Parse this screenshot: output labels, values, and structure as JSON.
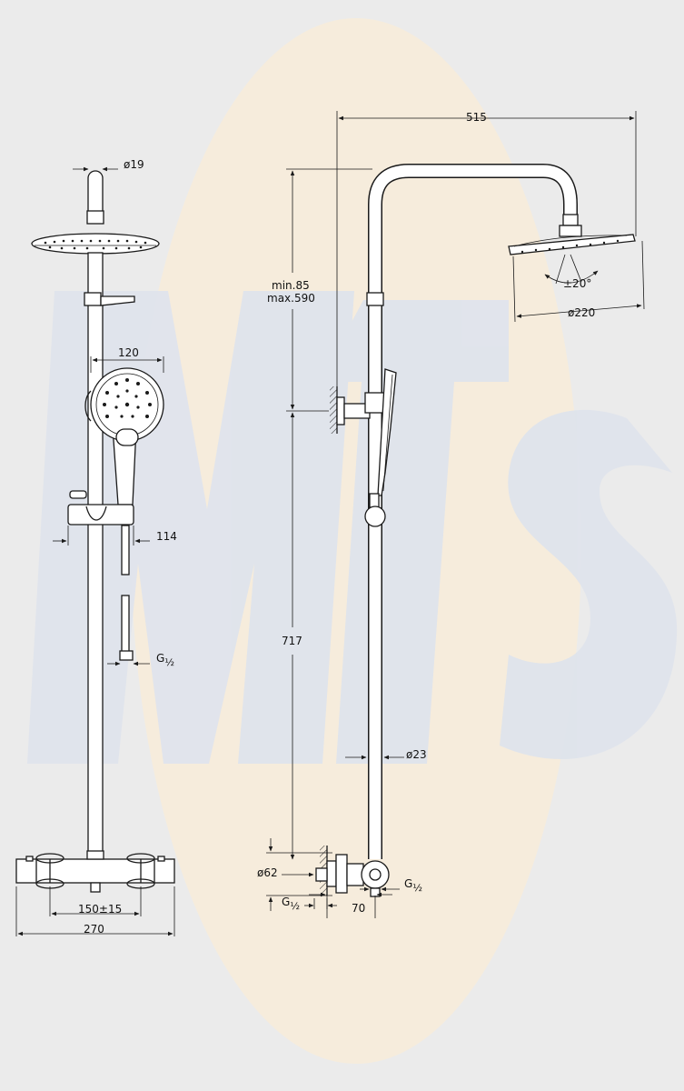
{
  "colors": {
    "background": "#ebebeb",
    "watermark_oval": "#f6ecdc",
    "watermark_letters": "#dfe4ec",
    "line": "#1a1a1a",
    "fill": "#ffffff"
  },
  "front_view": {
    "dim_pipe_diameter": "ø19",
    "dim_handshower_width": "120",
    "dim_slider_depth": "114",
    "dim_hose_thread": {
      "main": "G",
      "fraction": "½"
    },
    "dim_inlet_spacing": "150±15",
    "dim_mixer_width": "270"
  },
  "side_view": {
    "dim_arm_reach": "515",
    "dim_height_adjust_line1": "min.85",
    "dim_height_adjust_line2": "max.590",
    "dim_head_tilt": "±20°",
    "dim_head_diameter": "ø220",
    "dim_riser_length": "717",
    "dim_riser_diameter": "ø23",
    "dim_escutcheon_diameter": "ø62",
    "dim_inlet_thread": {
      "main": "G",
      "fraction": "½"
    },
    "dim_outlet_thread": {
      "main": "G",
      "fraction": "½"
    },
    "dim_wall_offset": "70"
  }
}
